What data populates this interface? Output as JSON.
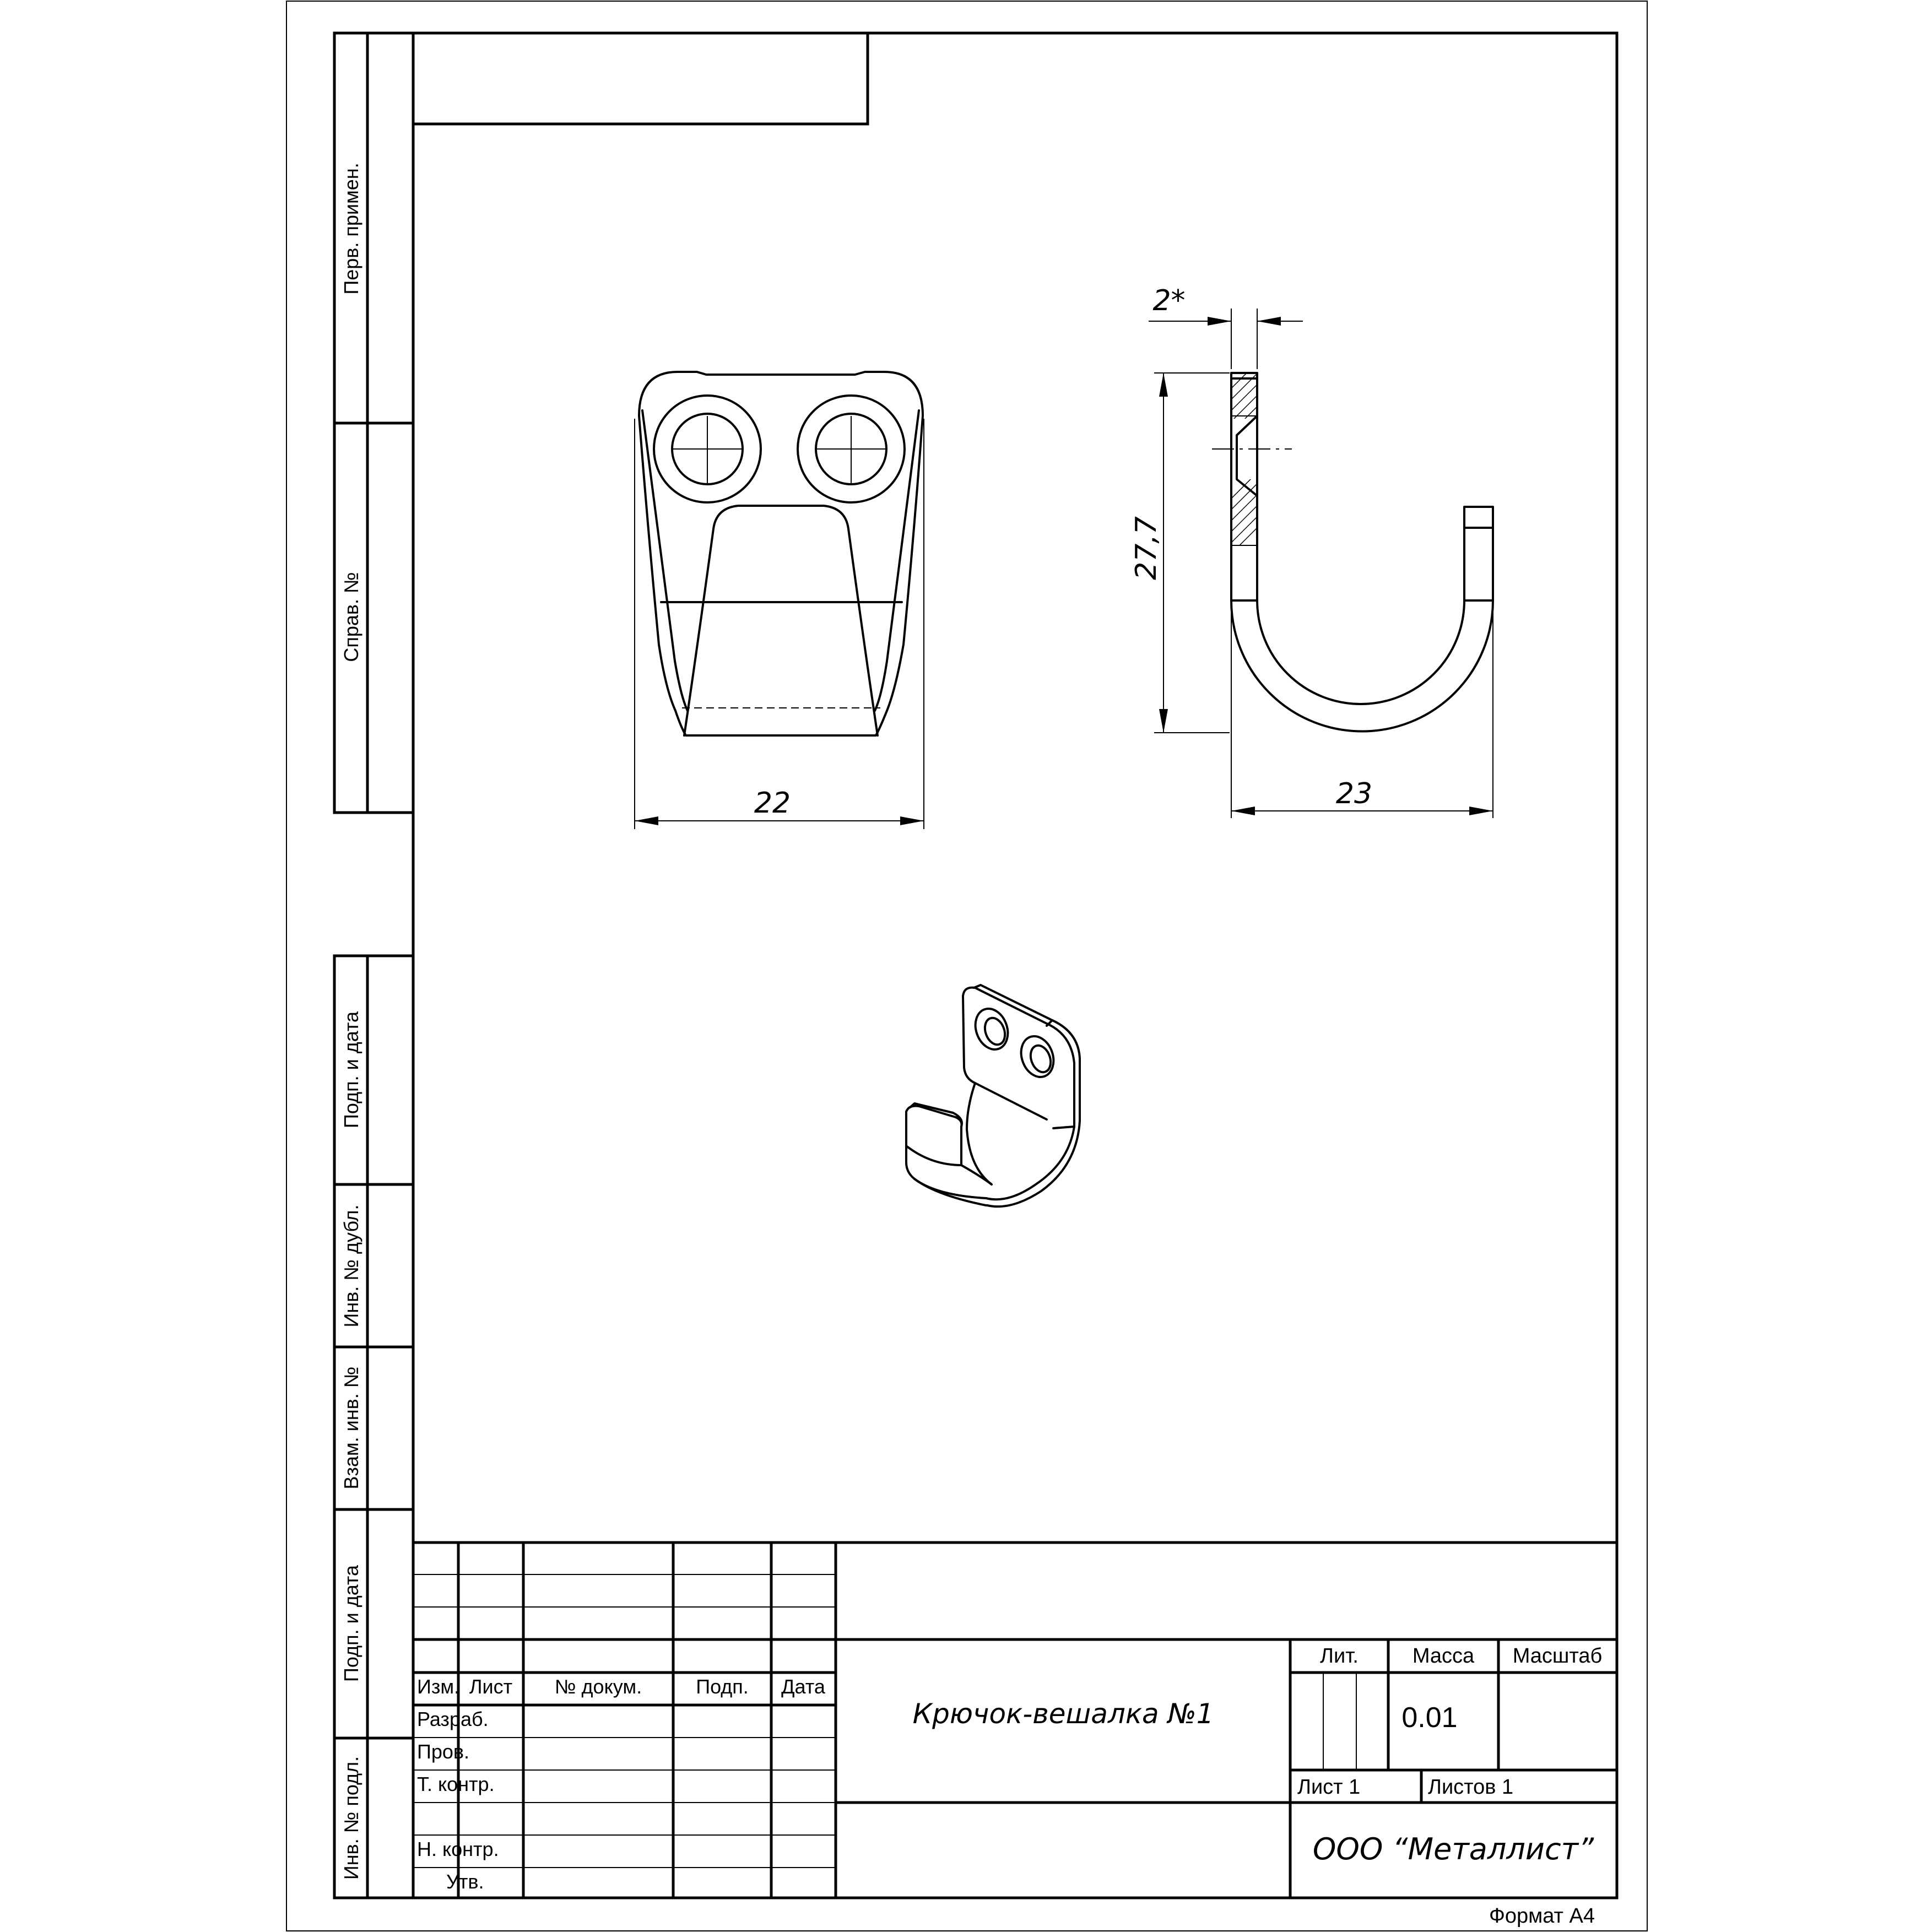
{
  "side_stamps": {
    "perv_primen": "Перв. примен.",
    "sprav_no": "Справ. №",
    "podp_data_1": "Подп. и дата",
    "inv_dubl": "Инв. № дубл.",
    "vzam_inv": "Взам. инв. №",
    "podp_data_2": "Подп. и дата",
    "inv_podl": "Инв. № подл."
  },
  "dimensions": {
    "front_width": "22",
    "side_width": "23",
    "side_height": "27,7",
    "thickness": "2*"
  },
  "title_block": {
    "headers": {
      "izm": "Изм.",
      "list": "Лист",
      "doc_no": "№ докум.",
      "podp": "Подп.",
      "data": "Дата"
    },
    "roles": {
      "razrab": "Разраб.",
      "prov": "Пров.",
      "t_kontr": "Т. контр.",
      "n_kontr": "Н. контр.",
      "utv": "Утв."
    },
    "lit_label": "Лит.",
    "massa_label": "Масса",
    "masshtab_label": "Масштаб",
    "massa_value": "0.01",
    "sheet_label": "Лист 1",
    "sheets_label": "Листов 1",
    "part_name": "Крючок-вешалка №1",
    "organization": "ООО “Металлист”"
  },
  "format": "Формат А4"
}
